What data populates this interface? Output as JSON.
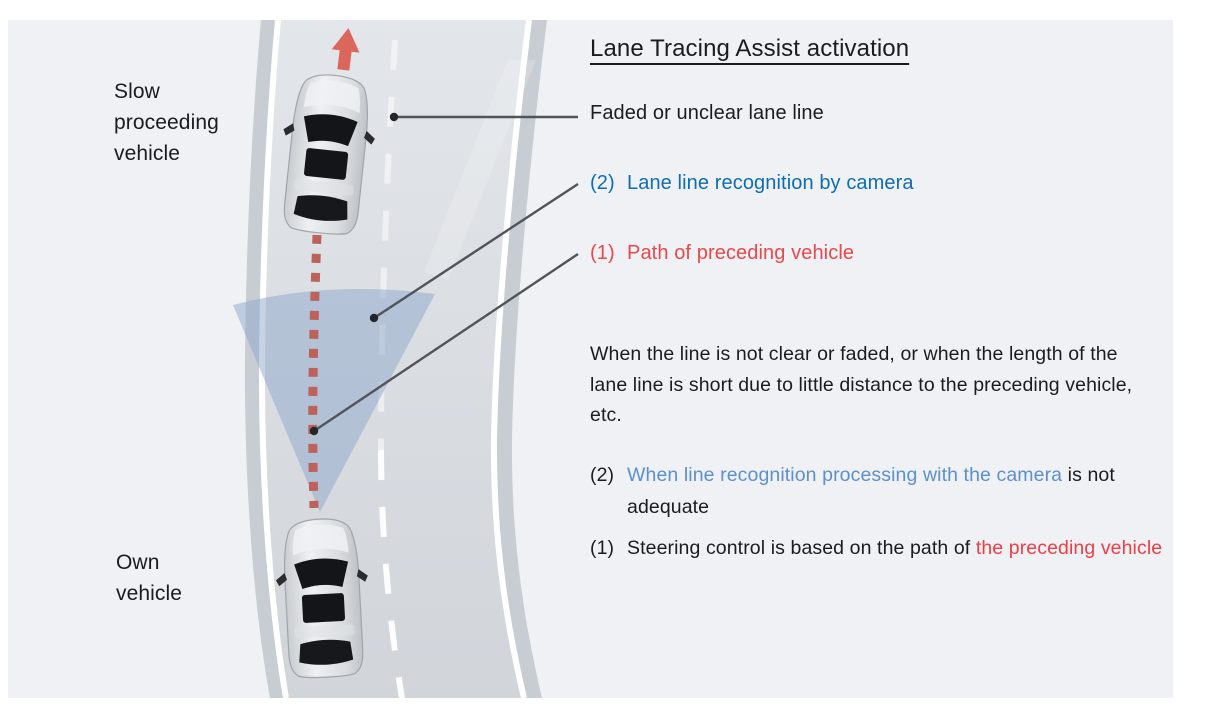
{
  "title": "Lane Tracing Assist activation",
  "callouts": {
    "faded": {
      "text": "Faded or unclear lane line"
    },
    "camera": {
      "number": "(2)",
      "text": "Lane line recognition by camera"
    },
    "path": {
      "number": "(1)",
      "text": "Path of preceding vehicle"
    }
  },
  "paragraph": "When the line is not clear or faded, or when the length of the lane line is short due to little distance to the preceding vehicle, etc.",
  "notes": {
    "camera": {
      "number": "(2)",
      "highlight": "When line recognition processing with the camera",
      "rest": "is not adequate"
    },
    "steering": {
      "number": "(1)",
      "prefix": "Steering control is based on the path of ",
      "highlight": "the preceding vehicle"
    }
  },
  "vehicle_labels": {
    "slow": {
      "line1": "Slow",
      "line2": "proceeding",
      "line3": "vehicle"
    },
    "own": {
      "line1": "Own",
      "line2": "vehicle"
    }
  },
  "colors": {
    "panel_background": "#f0f1f4",
    "road_surface_top": "#e2e5e9",
    "road_surface_bottom": "#d2d6db",
    "curb": "#c8cdd4",
    "lane_line_white": "#ffffff",
    "camera_cone_blue": "#8aa3c9",
    "vehicle_path_red": "#bd615b",
    "direction_arrow_red": "#db675c",
    "callout_camera_blue": "#0e6db3",
    "callout_path_red": "#e8484c",
    "note_highlight_blue": "#5b90d0",
    "note_highlight_red": "#ee3e45",
    "leader_line": "#50555b",
    "text_ink": "#1b1c1e"
  }
}
